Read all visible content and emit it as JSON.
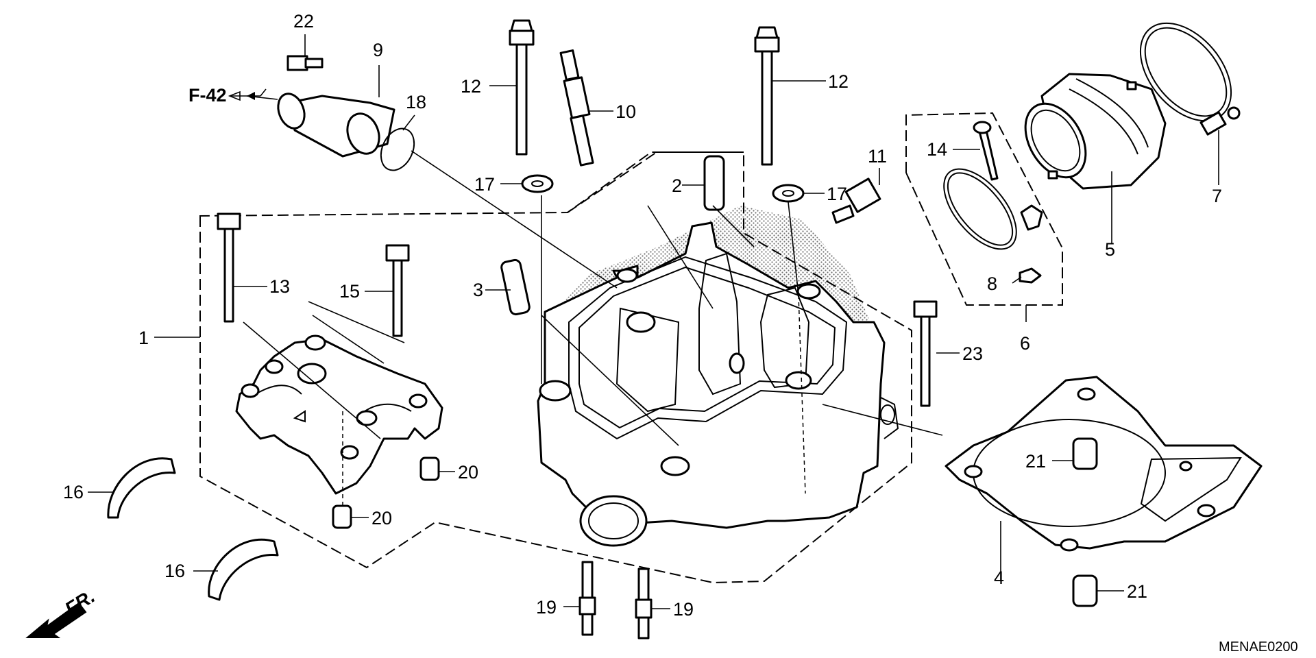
{
  "diagram": {
    "reference_code": "MENAE0200",
    "cross_reference": "F-42",
    "front_indicator": "FR.",
    "callouts": [
      {
        "id": "1",
        "label": "1"
      },
      {
        "id": "2",
        "label": "2"
      },
      {
        "id": "3",
        "label": "3"
      },
      {
        "id": "4",
        "label": "4"
      },
      {
        "id": "5",
        "label": "5"
      },
      {
        "id": "6",
        "label": "6"
      },
      {
        "id": "7",
        "label": "7"
      },
      {
        "id": "8",
        "label": "8"
      },
      {
        "id": "9",
        "label": "9"
      },
      {
        "id": "10",
        "label": "10"
      },
      {
        "id": "11",
        "label": "11"
      },
      {
        "id": "12a",
        "label": "12"
      },
      {
        "id": "12b",
        "label": "12"
      },
      {
        "id": "13",
        "label": "13"
      },
      {
        "id": "14",
        "label": "14"
      },
      {
        "id": "15",
        "label": "15"
      },
      {
        "id": "16a",
        "label": "16"
      },
      {
        "id": "16b",
        "label": "16"
      },
      {
        "id": "17a",
        "label": "17"
      },
      {
        "id": "17b",
        "label": "17"
      },
      {
        "id": "18",
        "label": "18"
      },
      {
        "id": "19a",
        "label": "19"
      },
      {
        "id": "19b",
        "label": "19"
      },
      {
        "id": "20a",
        "label": "20"
      },
      {
        "id": "20b",
        "label": "20"
      },
      {
        "id": "21a",
        "label": "21"
      },
      {
        "id": "21b",
        "label": "21"
      },
      {
        "id": "22",
        "label": "22"
      },
      {
        "id": "23",
        "label": "23"
      }
    ]
  }
}
